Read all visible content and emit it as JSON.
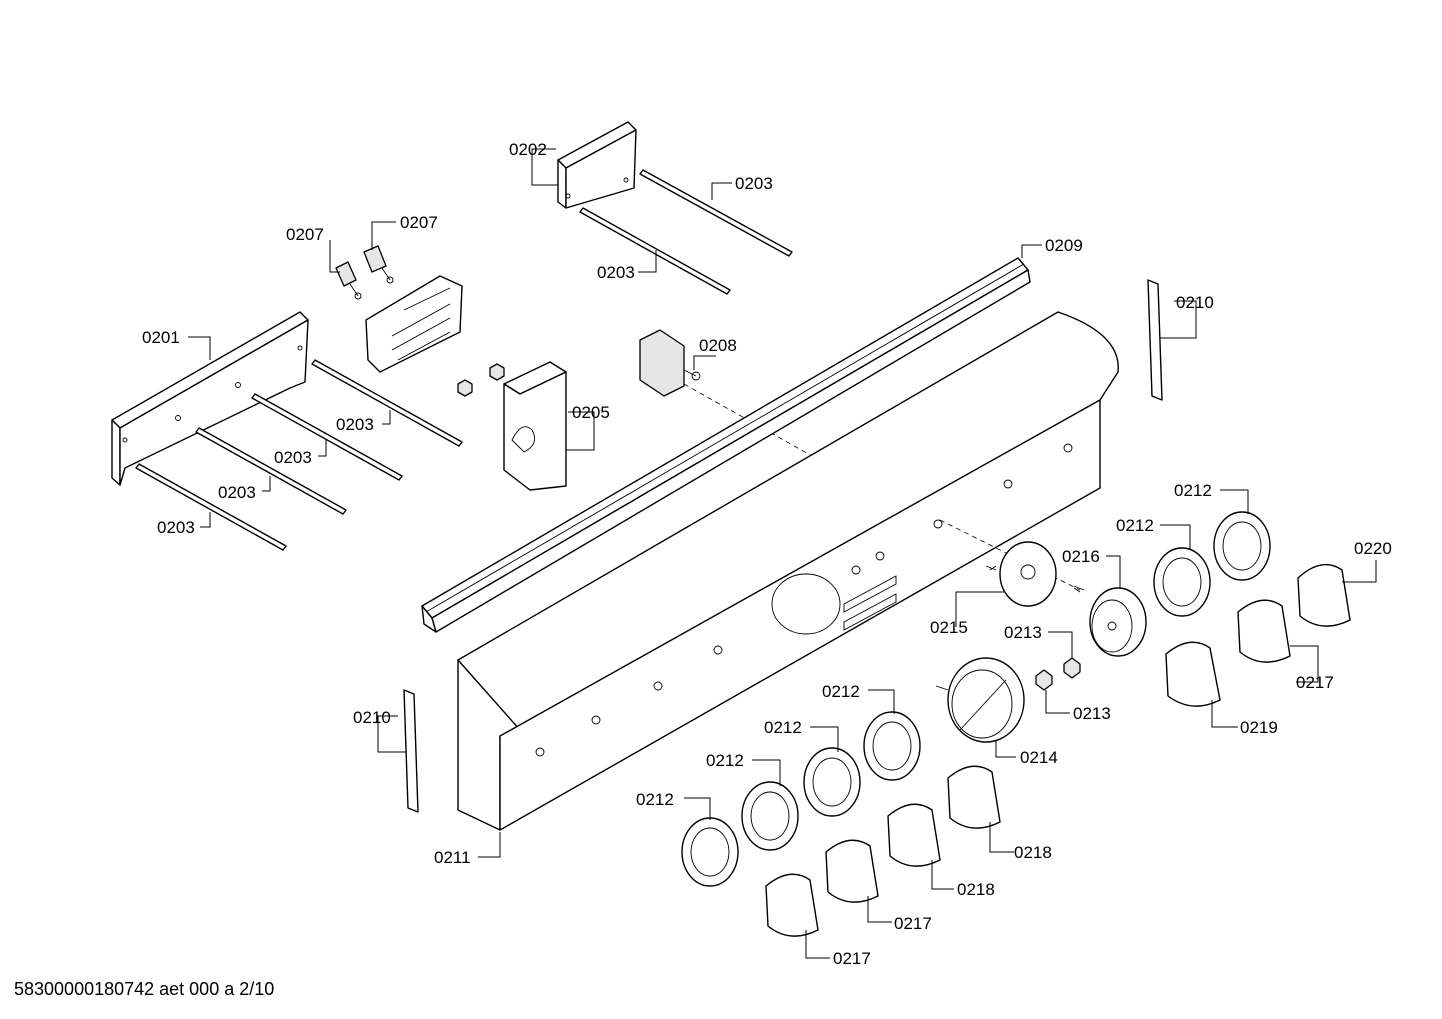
{
  "labels": {
    "l0201": "0201",
    "l0202": "0202",
    "l0203a": "0203",
    "l0203b": "0203",
    "l0203c": "0203",
    "l0203d": "0203",
    "l0203e": "0203",
    "l0203f": "0203",
    "l0205": "0205",
    "l0207a": "0207",
    "l0207b": "0207",
    "l0208": "0208",
    "l0209": "0209",
    "l0210a": "0210",
    "l0210b": "0210",
    "l0211": "0211",
    "l0212a": "0212",
    "l0212b": "0212",
    "l0212c": "0212",
    "l0212d": "0212",
    "l0212e": "0212",
    "l0212f": "0212",
    "l0213a": "0213",
    "l0213b": "0213",
    "l0214": "0214",
    "l0215": "0215",
    "l0216": "0216",
    "l0217a": "0217",
    "l0217b": "0217",
    "l0217c": "0217",
    "l0218a": "0218",
    "l0218b": "0218",
    "l0219": "0219",
    "l0220": "0220"
  },
  "footer": "58300000180742 aet 000 a 2/10"
}
